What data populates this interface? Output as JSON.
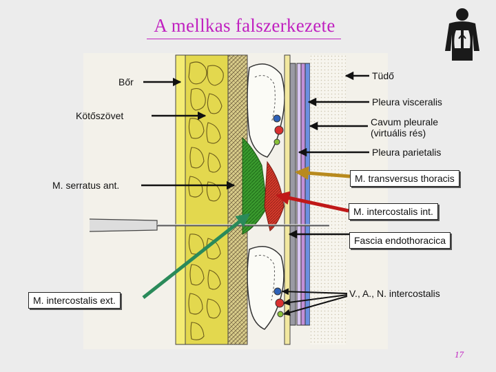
{
  "title": "A mellkas falszerkezete",
  "page_number": "17",
  "colors": {
    "title": "#c020c0",
    "skin": "#f2ea6a",
    "fat": "#e3d84e",
    "muscle_serratus": "#3a9a2e",
    "muscle_intercostal": "#d53a2c",
    "arrow_transversus": "#b88a1e",
    "arrow_intercostal_int": "#c01818",
    "arrow_intercostal_ext": "#2a8a5a"
  },
  "labels": {
    "bor": "Bőr",
    "kotoszovet": "Kötőszövet",
    "serratus": "M. serratus ant.",
    "intercostalis_ext": "M. intercostalis ext.",
    "tudo": "Tüdő",
    "pleura_visceralis": "Pleura visceralis",
    "cavum_line1": "Cavum pleurale",
    "cavum_line2": "(virtuális rés)",
    "pleura_parietalis": "Pleura parietalis",
    "transversus": "M. transversus thoracis",
    "intercostalis_int": "M. intercostalis int.",
    "fascia": "Fascia endothoracica",
    "van": "V., A., N. intercostalis"
  },
  "icons": {
    "logo": "human-torso-lungs-icon"
  }
}
